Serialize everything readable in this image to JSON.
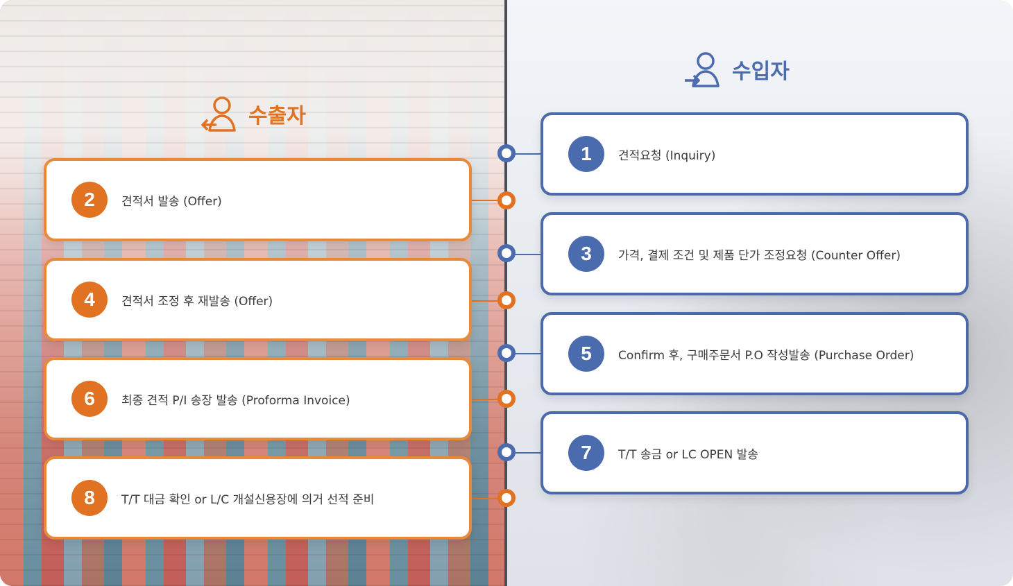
{
  "exporter": {
    "title": "수출자",
    "icon": "person-arrow-left-icon",
    "color": "#e07222"
  },
  "importer": {
    "title": "수입자",
    "icon": "person-arrow-right-icon",
    "color": "#4a6bad"
  },
  "steps": [
    {
      "number": "1",
      "label": "견적요청 (Inquiry)",
      "side": "importer"
    },
    {
      "number": "2",
      "label": "견적서 발송 (Offer)",
      "side": "exporter"
    },
    {
      "number": "3",
      "label": "가격, 결제 조건 및 제품 단가 조정요청 (Counter Offer)",
      "side": "importer"
    },
    {
      "number": "4",
      "label": "견적서 조정 후 재발송 (Offer)",
      "side": "exporter"
    },
    {
      "number": "5",
      "label": "Confirm 후, 구매주문서 P.O 작성발송 (Purchase Order)",
      "side": "importer"
    },
    {
      "number": "6",
      "label": "최종 견적 P/I 송장 발송 (Proforma Invoice)",
      "side": "exporter"
    },
    {
      "number": "7",
      "label": "T/T 송금 or LC OPEN 발송",
      "side": "importer"
    },
    {
      "number": "8",
      "label": "T/T 대금 확인 or L/C 개설신용장에 의거 선적 준비",
      "side": "exporter"
    }
  ]
}
